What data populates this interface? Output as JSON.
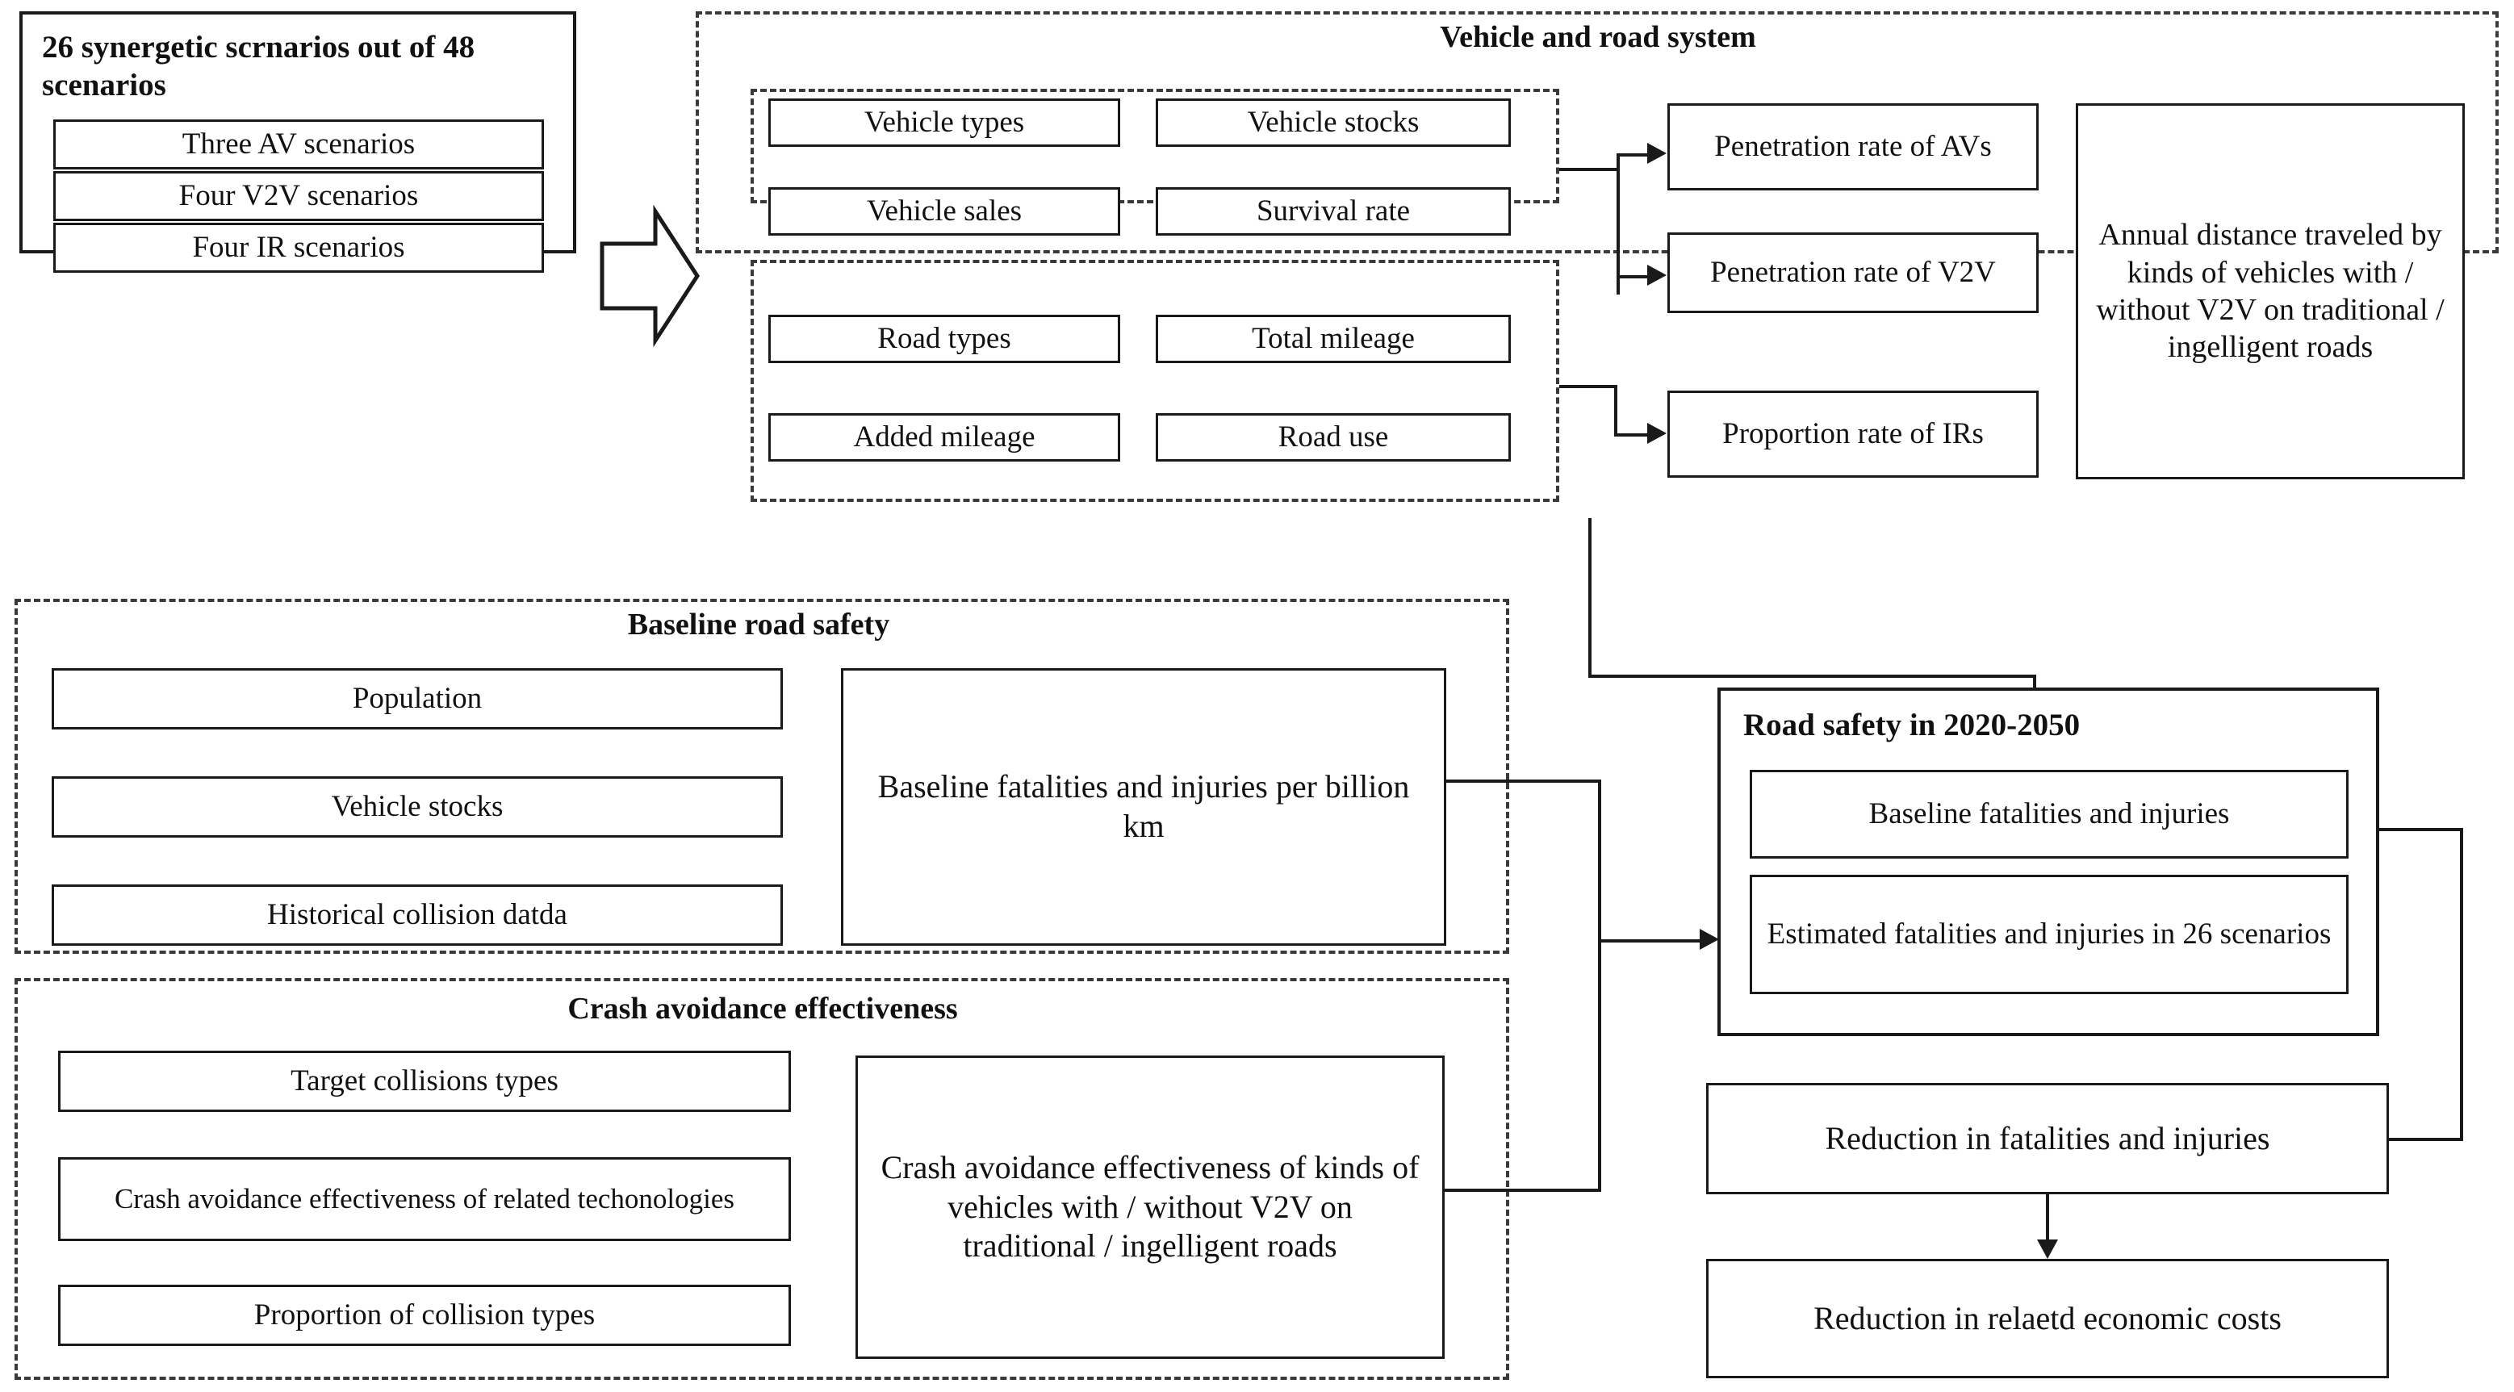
{
  "diagram": {
    "title": "Road safety assessment framework flowchart",
    "colors": {
      "line": "#1a1a1a",
      "dashed": "#3a3a3a",
      "background": "#ffffff",
      "text": "#111111"
    }
  },
  "scenarios_panel": {
    "title": "26 synergetic scrnarios out of 48 scenarios",
    "items": [
      {
        "label": "Three AV scenarios"
      },
      {
        "label": "Four V2V scenarios"
      },
      {
        "label": "Four IR scenarios"
      }
    ]
  },
  "vehicle_road_system": {
    "title": "Vehicle and road system",
    "vehicle_subgroup": [
      {
        "label": "Vehicle types"
      },
      {
        "label": "Vehicle stocks"
      },
      {
        "label": "Vehicle sales"
      },
      {
        "label": "Survival rate"
      }
    ],
    "road_subgroup": [
      {
        "label": "Road types"
      },
      {
        "label": "Total mileage"
      },
      {
        "label": "Added mileage"
      },
      {
        "label": "Road use"
      }
    ],
    "rates": [
      {
        "label": "Penetration rate of AVs"
      },
      {
        "label": "Penetration rate of V2V"
      },
      {
        "label": "Proportion rate of IRs"
      }
    ],
    "output": {
      "label": "Annual distance traveled by kinds of vehicles with / without V2V on traditional / ingelligent roads"
    }
  },
  "baseline_road_safety": {
    "title": "Baseline road safety",
    "inputs": [
      {
        "label": "Population"
      },
      {
        "label": "Vehicle stocks"
      },
      {
        "label": "Historical collision datda"
      }
    ],
    "output": {
      "label": "Baseline fatalities and injuries per billion km"
    }
  },
  "crash_avoidance": {
    "title": "Crash avoidance effectiveness",
    "inputs": [
      {
        "label": "Target collisions types"
      },
      {
        "label": "Crash avoidance effectiveness of related techonologies"
      },
      {
        "label": "Proportion of collision types"
      }
    ],
    "output": {
      "label": "Crash avoidance effectiveness of kinds of vehicles with / without V2V on traditional / ingelligent roads"
    }
  },
  "road_safety_panel": {
    "title": "Road safety in 2020-2050",
    "items": [
      {
        "label": "Baseline fatalities and injuries"
      },
      {
        "label": "Estimated fatalities and injuries in 26 scenarios"
      }
    ]
  },
  "results": [
    {
      "label": "Reduction in fatalities and injuries"
    },
    {
      "label": "Reduction in relaetd economic costs"
    }
  ],
  "connectors": {
    "scenarios_to_system": "block-arrow-right",
    "system_to_road_safety": "elbow-arrow-down",
    "baseline_to_road_safety": "elbow-arrow-right",
    "road_safety_to_reduction": "elbow-arrow-left",
    "reduction_to_costs": "arrow-down"
  }
}
